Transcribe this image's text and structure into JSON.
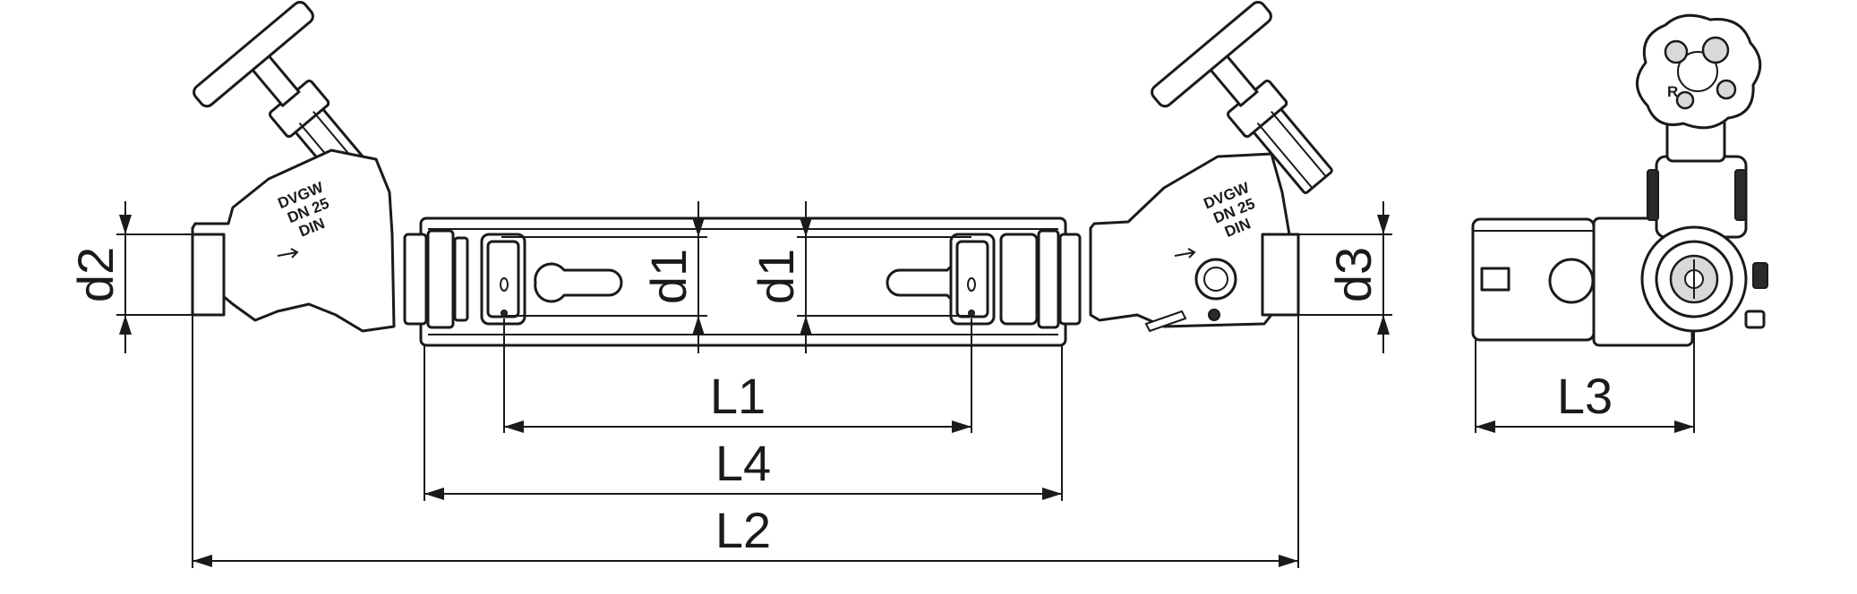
{
  "dimensions": {
    "d2": "d2",
    "d1_left": "d1",
    "d1_right": "d1",
    "d3": "d3",
    "L1": "L1",
    "L4": "L4",
    "L2": "L2",
    "L3": "L3"
  },
  "valve_marking": {
    "line1": "DVGW",
    "line2": "DN 25",
    "line3": "DIN"
  },
  "handwheel_mark": "R"
}
